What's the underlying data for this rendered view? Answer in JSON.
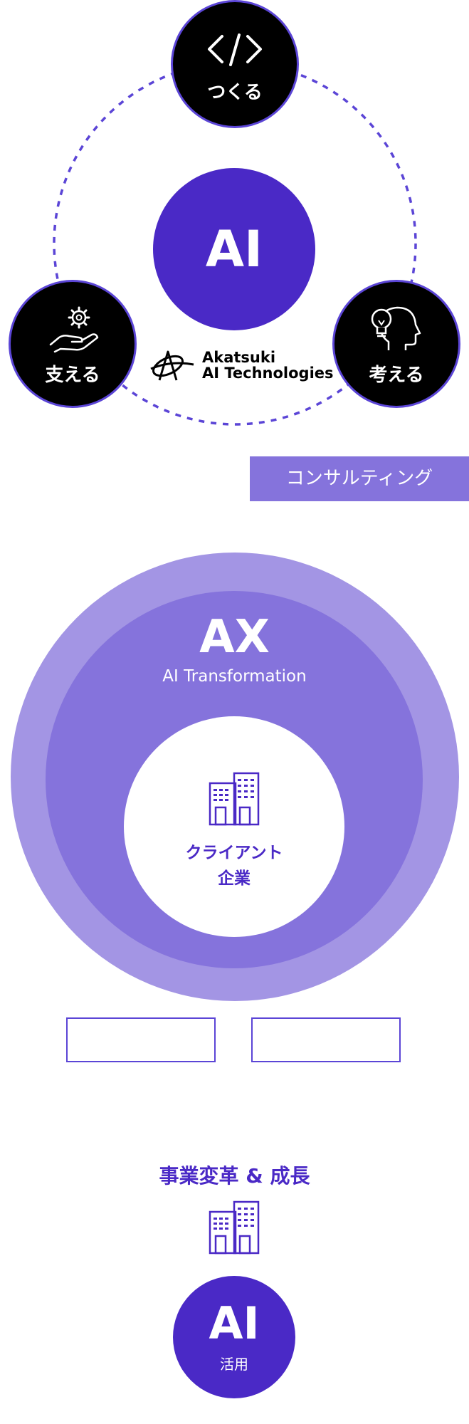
{
  "cycle": {
    "center_label": "AI",
    "nodes": [
      {
        "label": "つくる",
        "icon": "code-icon"
      },
      {
        "label": "支える",
        "icon": "hand-gear-icon"
      },
      {
        "label": "考える",
        "icon": "head-lightbulb-icon"
      }
    ],
    "logo": {
      "line1": "Akatsuki",
      "line2": "AI Technologies"
    }
  },
  "consulting_label": "コンサルティング",
  "ax": {
    "title": "AX",
    "subtitle": "AI Transformation",
    "client_line1": "クライアント",
    "client_line2": "企業"
  },
  "growth_label": "事業変革 & 成長",
  "bottom_ai": {
    "title": "AI",
    "subtitle": "活用"
  },
  "colors": {
    "primary": "#4a29c6",
    "accent": "#5b45d6",
    "light": "#a395e4",
    "mid": "#8573dc"
  }
}
